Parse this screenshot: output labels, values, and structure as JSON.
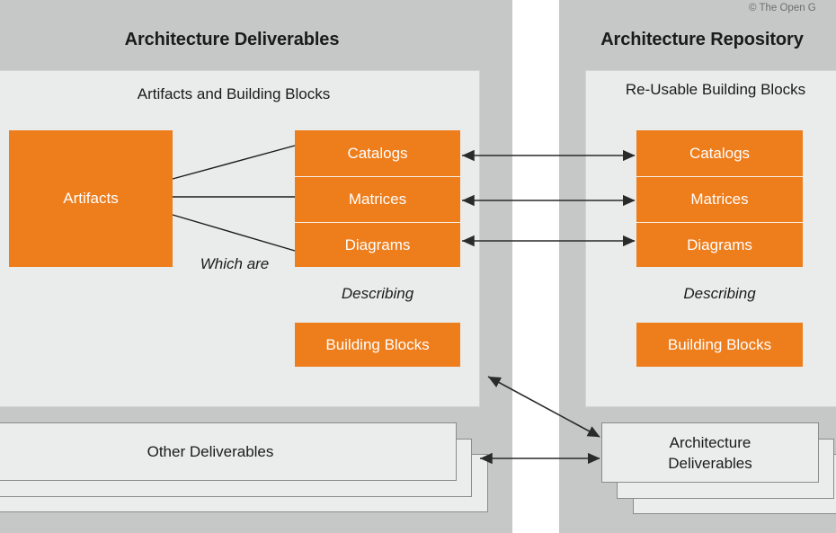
{
  "copyright": "© The Open G",
  "left_panel": {
    "title": "Architecture Deliverables",
    "section_title": "Artifacts and Building Blocks",
    "artifacts_label": "Artifacts",
    "which_are_label": "Which are",
    "describing_label": "Describing",
    "artifact_types": [
      "Catalogs",
      "Matrices",
      "Diagrams"
    ],
    "building_blocks_label": "Building Blocks",
    "other_deliverables_label": "Other Deliverables"
  },
  "right_panel": {
    "title": "Architecture Repository",
    "section_title": "Re-Usable Building Blocks",
    "describing_label": "Describing",
    "artifact_types": [
      "Catalogs",
      "Matrices",
      "Diagrams"
    ],
    "building_blocks_label": "Building Blocks",
    "architecture_deliverables_label": "Architecture Deliverables"
  },
  "colors": {
    "accent_orange": "#ee7d1c",
    "panel_gray": "#c6c7c7",
    "inner_gray": "#eaebeb",
    "card_gray": "#ebecec",
    "line_dark": "#1b1b1b"
  }
}
